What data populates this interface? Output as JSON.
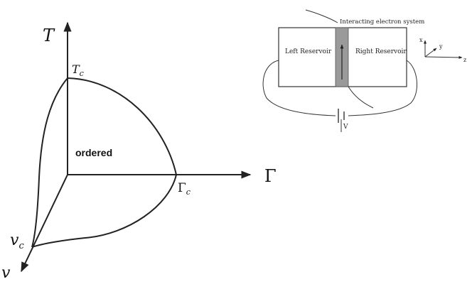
{
  "phase_diagram": {
    "axis_T": "T",
    "axis_Gamma": "Γ",
    "axis_v": "v",
    "point_Tc": {
      "main": "T",
      "sub": "c"
    },
    "point_Gammac": {
      "main": "Γ",
      "sub": "c"
    },
    "point_vc": {
      "main": "v",
      "sub": "c"
    },
    "region_label": "ordered"
  },
  "schematic": {
    "interacting_label": "Interacting electron system",
    "left_label": "Left Reservoir",
    "right_label": "Right Reservoir",
    "bias_label": "V",
    "axis_x": "x",
    "axis_y": "y",
    "axis_z": "z"
  },
  "colors": {
    "line": "#222222",
    "text": "#111111",
    "channel_fill": "#9a9a9a"
  }
}
